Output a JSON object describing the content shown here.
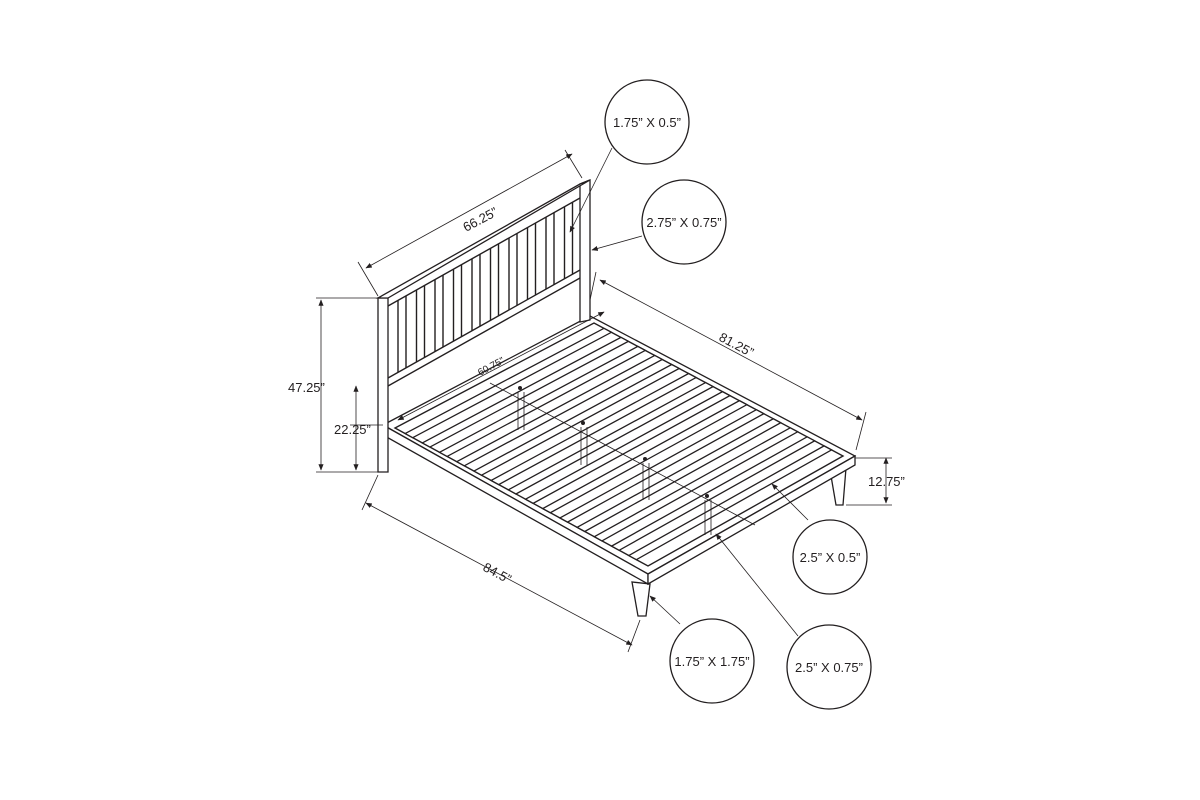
{
  "dimensions": {
    "headboard_width": "66.25”",
    "total_height": "47.25”",
    "rail_height": "22.25”",
    "inner_width": "60.75”",
    "side_length": "81.25”",
    "leg_height": "12.75”",
    "total_length": "84.5”"
  },
  "callouts": [
    {
      "label": "1.75” X 0.5”"
    },
    {
      "label": "2.75” X 0.75”"
    },
    {
      "label": "2.5” X 0.5”"
    },
    {
      "label": "1.75” X 1.75”"
    },
    {
      "label": "2.5” X 0.75”"
    }
  ]
}
